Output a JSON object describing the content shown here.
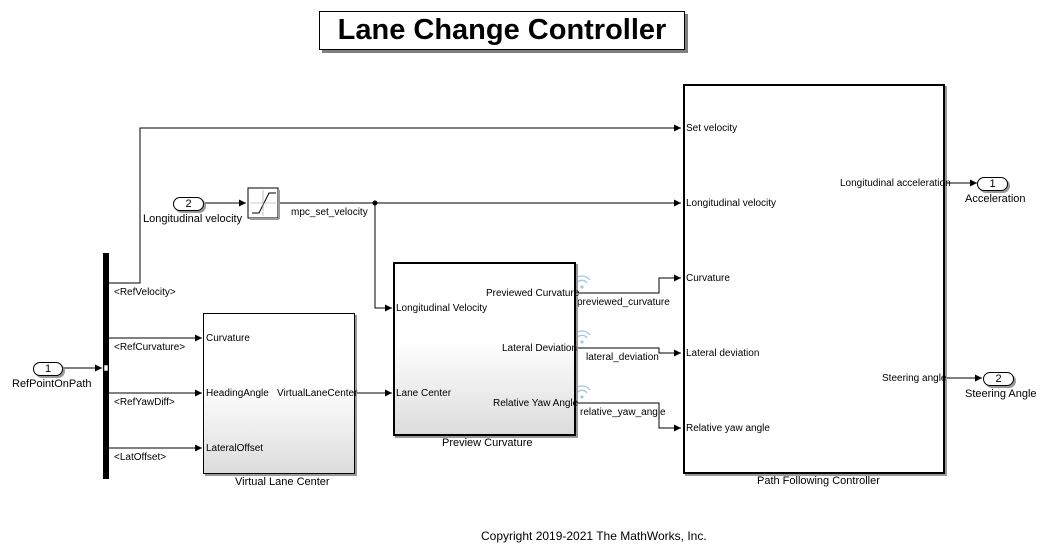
{
  "title": "Lane Change Controller",
  "footer": "Copyright 2019-2021 The MathWorks, Inc.",
  "inports": [
    {
      "num": "1",
      "name": "RefPointOnPath"
    },
    {
      "num": "2",
      "name": "Longitudinal velocity"
    }
  ],
  "outports": [
    {
      "num": "1",
      "name": "Acceleration"
    },
    {
      "num": "2",
      "name": "Steering Angle"
    }
  ],
  "bus_signals": [
    "<RefVelocity>",
    "<RefCurvature>",
    "<RefYawDiff>",
    "<LatOffset>"
  ],
  "signals": {
    "mpc_set_velocity": "mpc_set_velocity",
    "previewed_curvature": "previewed_curvature",
    "lateral_deviation": "lateral_deviation",
    "relative_yaw_angle": "relative_yaw_angle"
  },
  "blocks": {
    "vlc": {
      "name": "Virtual Lane Center",
      "inputs": [
        "Curvature",
        "HeadingAngle",
        "LateralOffset"
      ],
      "output": "VirtualLaneCenter"
    },
    "preview": {
      "name": "Preview Curvature",
      "inputs": [
        "Longitudinal Velocity",
        "Lane Center"
      ],
      "outputs": [
        "Previewed Curvature",
        "Lateral Deviation",
        "Relative Yaw Angle"
      ]
    },
    "pfc": {
      "name": "Path Following Controller",
      "inputs": [
        "Set velocity",
        "Longitudinal velocity",
        "Curvature",
        "Lateral deviation",
        "Relative yaw angle"
      ],
      "outputs": [
        "Longitudinal acceleration",
        "Steering angle"
      ]
    }
  },
  "colors": {
    "line": "#000000",
    "block_shadow": "#999999",
    "gradient_end": "#dcdcdc",
    "signal_icon": "#a8c6e8"
  }
}
